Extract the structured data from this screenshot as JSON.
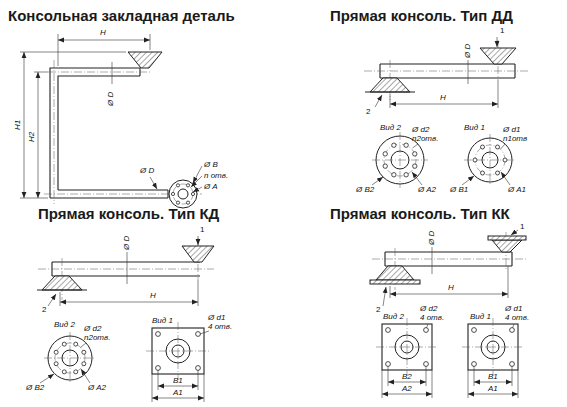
{
  "diagram": {
    "labels": [
      "Консольная закладная деталь",
      "H",
      "H1",
      "H2",
      "Ø D",
      "Ø D",
      "Ø B",
      "n отв.",
      "Ø A",
      "Прямая консоль. Тип ДД",
      "1",
      "Ø D",
      "H",
      "2",
      "Вид 2",
      "Ø d2",
      "n2отв.",
      "Ø B2",
      "Ø A2",
      "Вид 1",
      "Ø d1",
      "n1отв",
      "Ø B1",
      "Ø A1",
      "Прямая консоль. Тип КД",
      "1",
      "Ø D",
      "H",
      "2",
      "Вид 2",
      "Ø d2",
      "n2отв.",
      "Ø B2",
      "Ø A2",
      "Вид 1",
      "Ø d1",
      "4 отв.",
      "B1",
      "A1",
      "Прямая консоль. Тип КК",
      "1",
      "Ø D",
      "H",
      "2",
      "Вид 2",
      "Ø d2",
      "4 отв.",
      "B2",
      "A2",
      "Вид 1",
      "Ø d1",
      "4 отв.",
      "B1",
      "A1"
    ]
  }
}
